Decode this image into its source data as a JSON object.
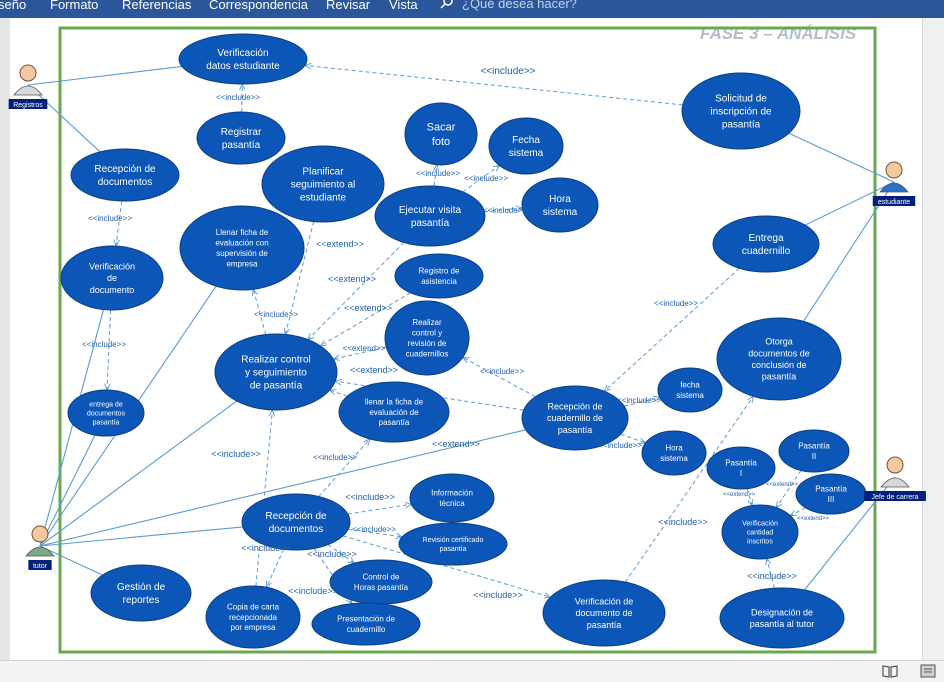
{
  "menu": {
    "items": [
      "seño",
      "Formato",
      "Referencias",
      "Correspondencia",
      "Revisar",
      "Vista"
    ],
    "tell_me": "¿Qué desea hacer?"
  },
  "page_heading": "FASE 3 – ANÁLISIS",
  "colors": {
    "ribbon": "#2b579a",
    "usecase_fill": "#0b56b6",
    "border": "#6aa84f",
    "link": "#5b9bd5",
    "label": "#1f5fa8"
  },
  "actors": [
    {
      "id": "registros",
      "label": "Registros",
      "icon": "registrar-person-icon"
    },
    {
      "id": "estudiante",
      "label": "estudiante",
      "icon": "student-person-icon"
    },
    {
      "id": "tutor",
      "label": "tutor",
      "icon": "tutor-person-icon"
    },
    {
      "id": "jefe",
      "label": "Jefe de carrera",
      "icon": "department-head-person-icon"
    }
  ],
  "use_cases": [
    {
      "id": "verif_datos",
      "lines": [
        "Verificación",
        "datos estudiante"
      ]
    },
    {
      "id": "registrar_pasantia",
      "lines": [
        "Registrar",
        "pasantía"
      ]
    },
    {
      "id": "recepcion_docs",
      "lines": [
        "Recepción de",
        "documentos"
      ]
    },
    {
      "id": "verif_documento",
      "lines": [
        "Verificación",
        "de",
        "documento"
      ]
    },
    {
      "id": "entrega_docs",
      "lines": [
        "entrega de",
        "documentos",
        "pasantía"
      ]
    },
    {
      "id": "planificar",
      "lines": [
        "Planificar",
        "seguimiento al",
        "estudiante"
      ]
    },
    {
      "id": "llenar_ficha_sup",
      "lines": [
        "Llenar ficha de",
        "evaluación con",
        "supervisión de",
        "empresa"
      ]
    },
    {
      "id": "sacar_foto",
      "lines": [
        "Sacar",
        "foto"
      ]
    },
    {
      "id": "fecha_sistema",
      "lines": [
        "Fecha",
        "sistema"
      ]
    },
    {
      "id": "hora_sistema",
      "lines": [
        "Hora",
        "sistema"
      ]
    },
    {
      "id": "ejecutar_visita",
      "lines": [
        "Ejecutar visita",
        "pasantía"
      ]
    },
    {
      "id": "registro_asistencia",
      "lines": [
        "Registro de",
        "asistencia"
      ]
    },
    {
      "id": "realizar_control_rev",
      "lines": [
        "Realizar",
        "control y",
        "revisión de",
        "cuadernillos"
      ]
    },
    {
      "id": "realizar_control",
      "lines": [
        "Realizar control",
        "y seguimiento",
        "de pasantía"
      ]
    },
    {
      "id": "llenar_ficha_eval",
      "lines": [
        "llenar la ficha de",
        "evaluación de",
        "pasantía"
      ]
    },
    {
      "id": "solicitud_inscripcion",
      "lines": [
        "Solicitud de",
        "inscripción de",
        "pasantía"
      ]
    },
    {
      "id": "entrega_cuadernillo",
      "lines": [
        "Entrega",
        "cuadernillo"
      ]
    },
    {
      "id": "otorga_docs",
      "lines": [
        "Otorga",
        "documentos de",
        "conclusión de",
        "pasantía"
      ]
    },
    {
      "id": "recepcion_cuadernillo",
      "lines": [
        "Recepción de",
        "cuadernillo de",
        "pasantía"
      ]
    },
    {
      "id": "fecha_sistema2",
      "lines": [
        "fecha",
        "sistema"
      ]
    },
    {
      "id": "hora_sistema2",
      "lines": [
        "Hora",
        "sistema"
      ]
    },
    {
      "id": "pasantia1",
      "lines": [
        "Pasantía",
        "I"
      ]
    },
    {
      "id": "pasantia2",
      "lines": [
        "Pasantía",
        "II"
      ]
    },
    {
      "id": "pasantia3",
      "lines": [
        "Pasantía",
        "III"
      ]
    },
    {
      "id": "verif_cantidad",
      "lines": [
        "Verificación",
        "cantidad",
        "inscritos"
      ]
    },
    {
      "id": "recepcion_docs2",
      "lines": [
        "Recepción de",
        "documentos"
      ]
    },
    {
      "id": "info_tecnica",
      "lines": [
        "Información",
        "técnica"
      ]
    },
    {
      "id": "revision_certificado",
      "lines": [
        "Revisión certificado",
        "pasantía"
      ]
    },
    {
      "id": "control_horas",
      "lines": [
        "Control de",
        "Horas pasantía"
      ]
    },
    {
      "id": "gestion_reportes",
      "lines": [
        "Gestión de",
        "reportes"
      ]
    },
    {
      "id": "copia_carta",
      "lines": [
        "Copia de carta",
        "recepcionada",
        "por empresa"
      ]
    },
    {
      "id": "presentacion_cuadernillo",
      "lines": [
        "Presentación de",
        "cuadernillo"
      ]
    },
    {
      "id": "verif_doc_pasantia",
      "lines": [
        "Verificación de",
        "documento de",
        "pasantía"
      ]
    },
    {
      "id": "designacion",
      "lines": [
        "Designación de",
        "pasantía al tutor"
      ]
    }
  ],
  "relationship_labels": [
    "<<include>>",
    "<<include>>",
    "<<include>>",
    "<<include>>",
    "<<include>>",
    "<<include>>",
    "<<include>>",
    "<<include>>",
    "<<extend>>",
    "<<extend>>",
    "<<extend>>",
    "<<extend>>",
    "<<extend>>",
    "<<include>>",
    "<<include>>",
    "<<include>>",
    "<<extend>>",
    "<<include>>",
    "<<include>>",
    "<<include>>",
    "<<include>>",
    "<<include>>",
    "<<include>>",
    "<<include>>",
    "<<include>>",
    "<<include>>",
    "<<include>>",
    "<<include>>",
    "<<extend>>",
    "<<extend>>",
    "<<extend>>",
    "<<include>>",
    "<<include>>"
  ]
}
